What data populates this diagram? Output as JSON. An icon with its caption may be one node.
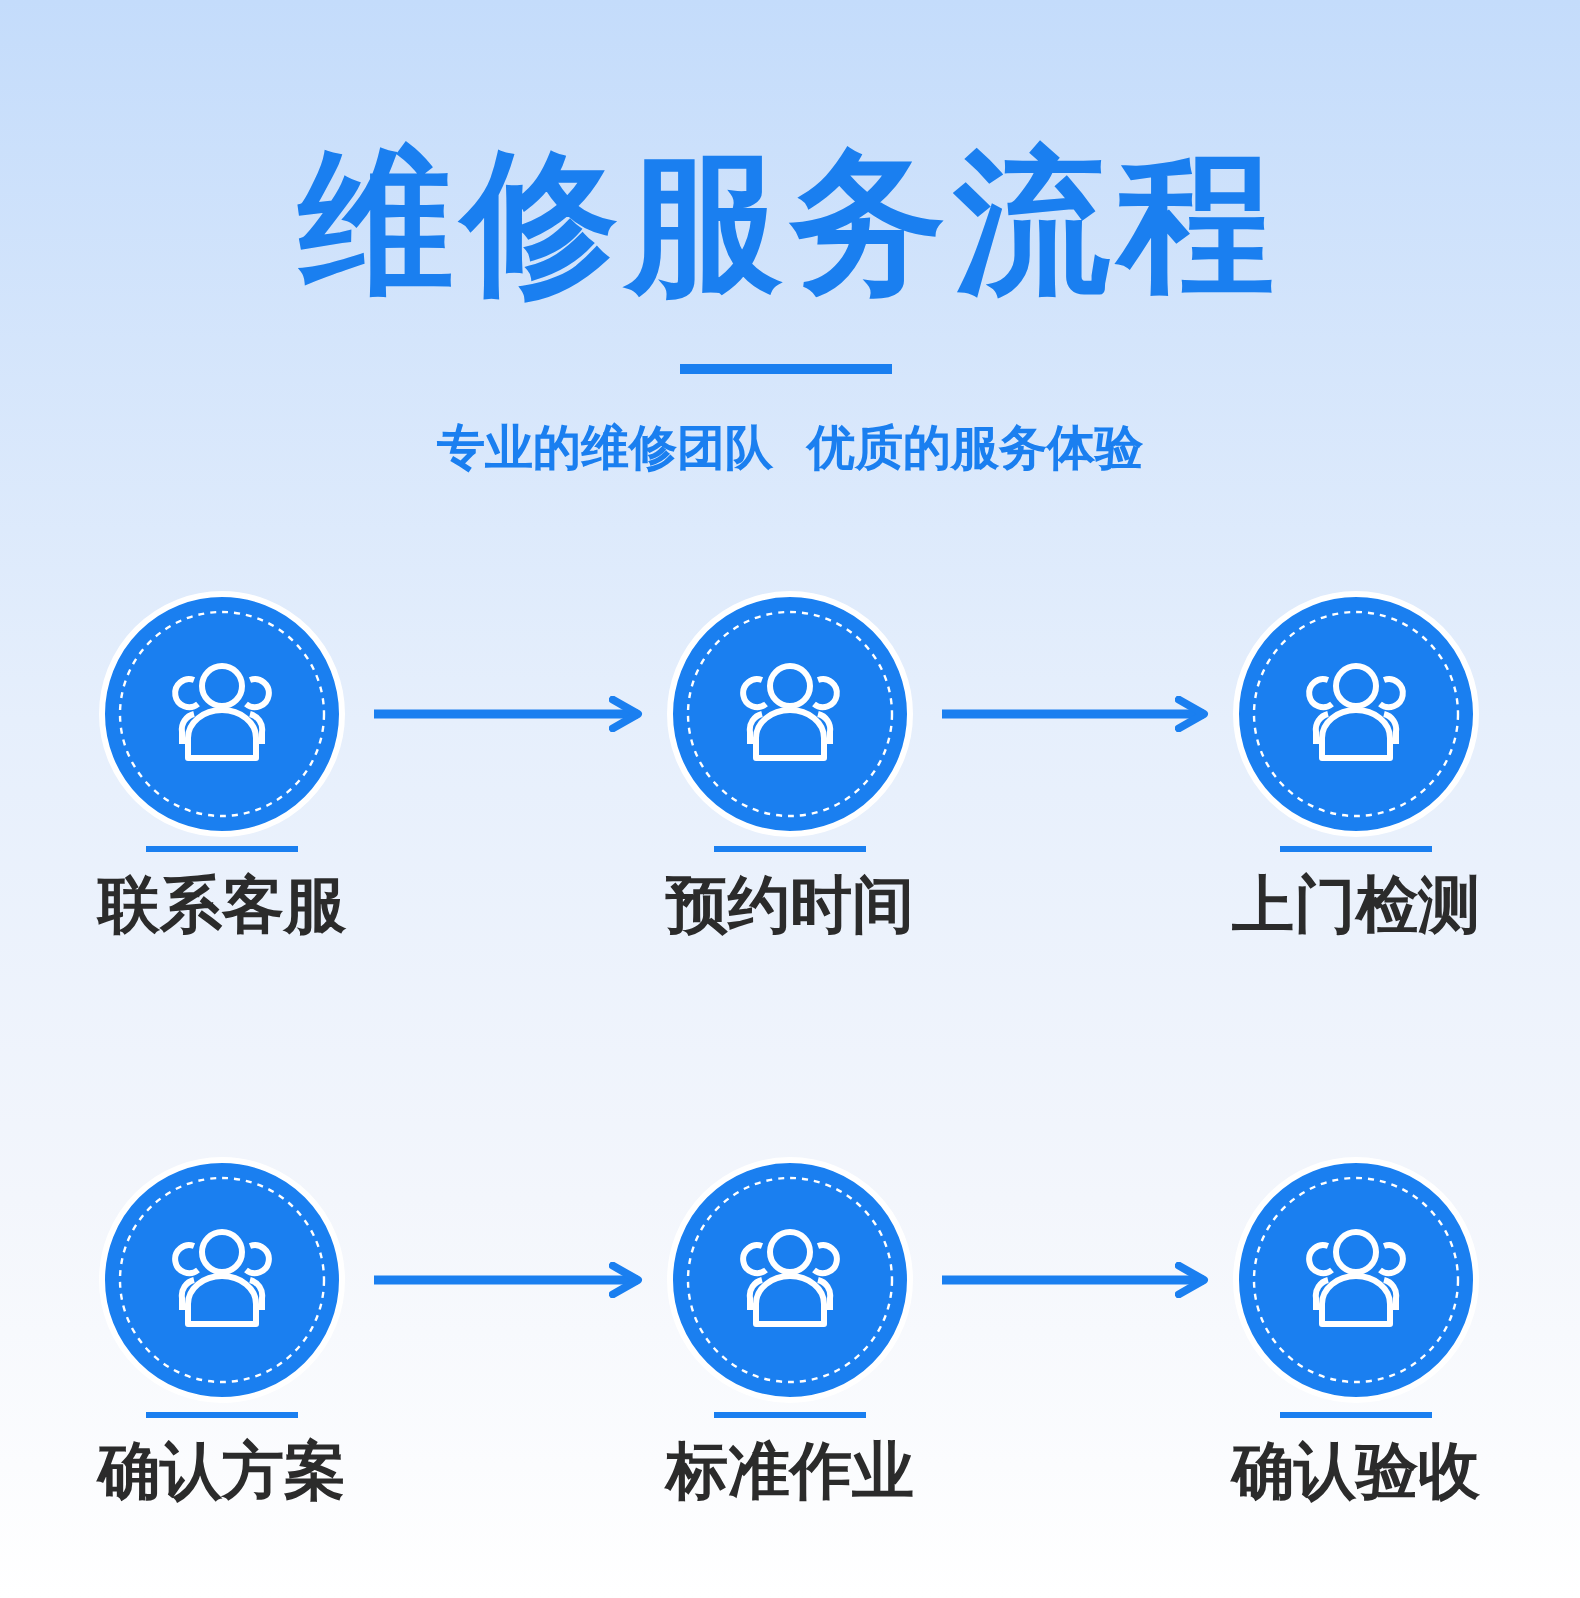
{
  "diagram": {
    "title": "维修服务流程",
    "nodes": [
      {
        "text": [
          "联系客服"
        ]
      },
      {
        "text": [
          "预约时间"
        ]
      },
      {
        "text": [
          "上门检测"
        ]
      },
      {
        "text": [
          "确认方案"
        ]
      },
      {
        "text": [
          "标准作业"
        ]
      },
      {
        "text": [
          "确认验收"
        ]
      }
    ],
    "edges": [
      {
        "from": 0,
        "to": 1,
        "arrow": "to"
      },
      {
        "from": 1,
        "to": 2,
        "arrow": "to"
      },
      {
        "from": 3,
        "to": 4,
        "arrow": "to"
      },
      {
        "from": 4,
        "to": 5,
        "arrow": "to"
      }
    ],
    "labels": [
      "专业的维修团队  优质的服务体验"
    ]
  }
}
